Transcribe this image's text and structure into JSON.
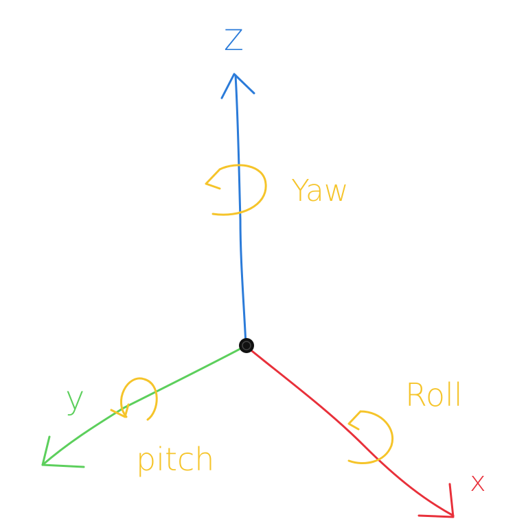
{
  "axes": [
    {
      "name": "z",
      "label": "Z",
      "color": "#2b7bd9"
    },
    {
      "name": "y",
      "label": "y",
      "color": "#5ccf5c"
    },
    {
      "name": "x",
      "label": "x",
      "color": "#e8303a"
    }
  ],
  "rotations": [
    {
      "axis": "z",
      "label": "Yaw",
      "color": "#f5c42a"
    },
    {
      "axis": "y",
      "label": "pitch",
      "color": "#f5c42a"
    },
    {
      "axis": "x",
      "label": "Roll",
      "color": "#f5c42a"
    }
  ],
  "origin": {
    "color": "#111111"
  }
}
